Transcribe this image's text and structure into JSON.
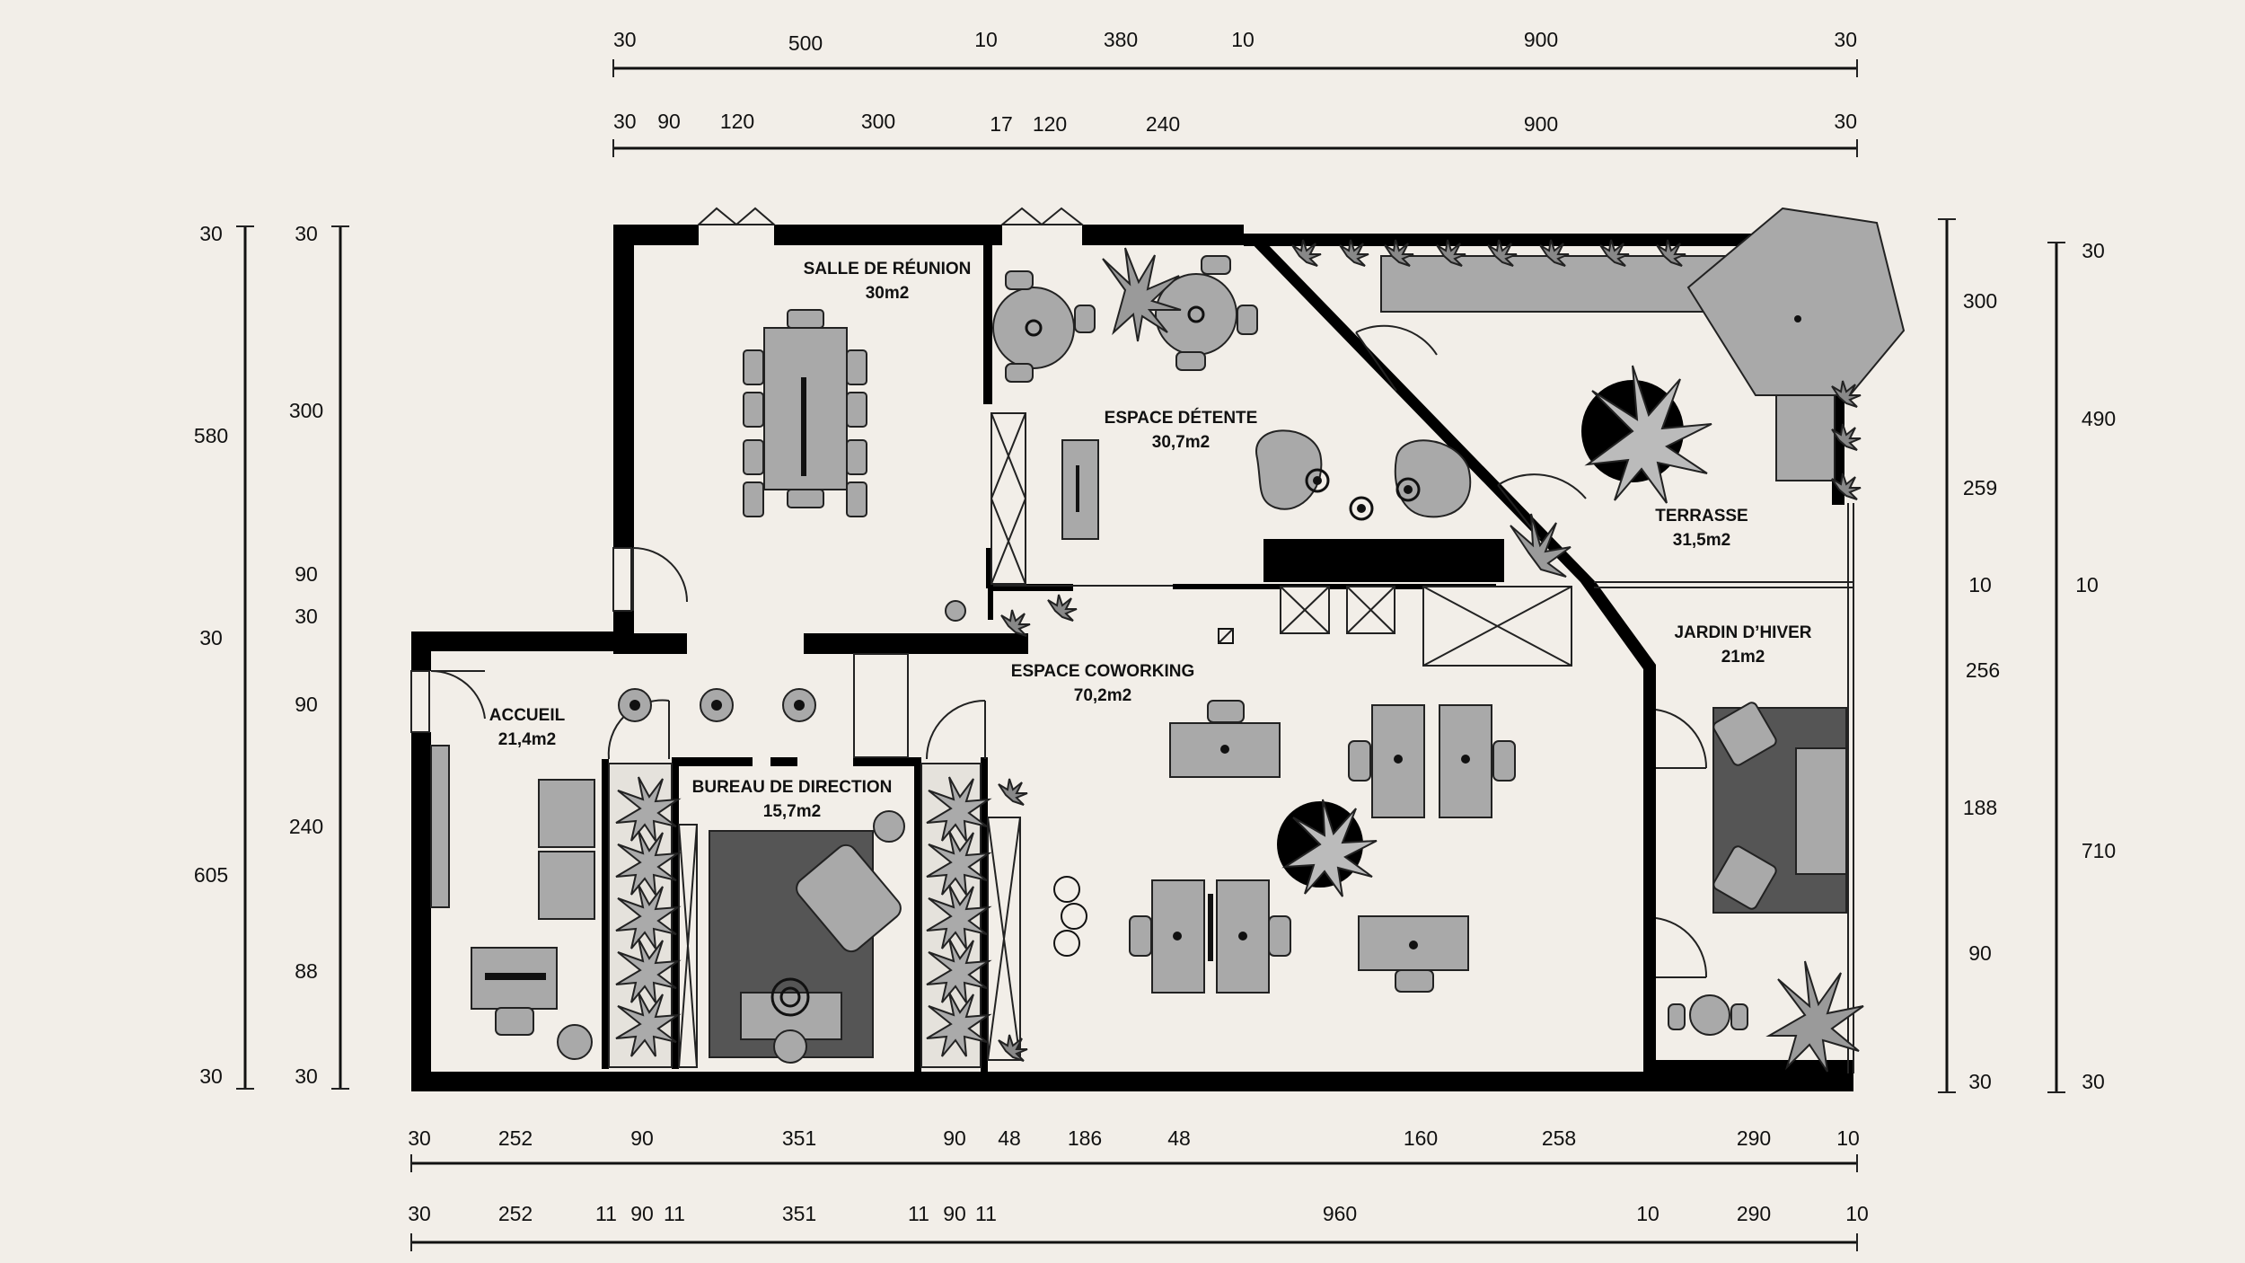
{
  "rooms": {
    "salle_reunion": {
      "name": "SALLE DE RÉUNION",
      "area": "30m2"
    },
    "espace_detente": {
      "name": "ESPACE DÉTENTE",
      "area": "30,7m2"
    },
    "terrasse": {
      "name": "TERRASSE",
      "area": "31,5m2"
    },
    "accueil": {
      "name": "ACCUEIL",
      "area": "21,4m2"
    },
    "bureau_direction": {
      "name": "BUREAU DE DIRECTION",
      "area": "15,7m2"
    },
    "espace_coworking": {
      "name": "ESPACE COWORKING",
      "area": "70,2m2"
    },
    "jardin_hiver": {
      "name": "JARDIN D’HIVER",
      "area": "21m2"
    }
  },
  "dimensions": {
    "top_row_1": [
      "30",
      "500",
      "10",
      "380",
      "10",
      "900",
      "30"
    ],
    "top_row_2": [
      "30",
      "90",
      "120",
      "300",
      "17",
      "120",
      "240",
      "900",
      "30"
    ],
    "bottom_row_1": [
      "30",
      "252",
      "90",
      "351",
      "90",
      "48",
      "186",
      "48",
      "160",
      "258",
      "290",
      "10"
    ],
    "bottom_row_2": [
      "30",
      "252",
      "11",
      "90",
      "11",
      "351",
      "11",
      "90",
      "11",
      "960",
      "10",
      "290",
      "10"
    ],
    "left_outer": [
      "30",
      "580",
      "30",
      "605",
      "30"
    ],
    "left_inner": [
      "30",
      "300",
      "90",
      "30",
      "90",
      "240",
      "88",
      "30"
    ],
    "right_inner": [
      "300",
      "259",
      "10",
      "256",
      "188",
      "90",
      "30"
    ],
    "right_outer": [
      "30",
      "490",
      "10",
      "710",
      "30"
    ]
  },
  "colors": {
    "background": "#f2eee8",
    "wall": "#000000",
    "furniture": "#a9a9a9",
    "rug": "#555555"
  }
}
